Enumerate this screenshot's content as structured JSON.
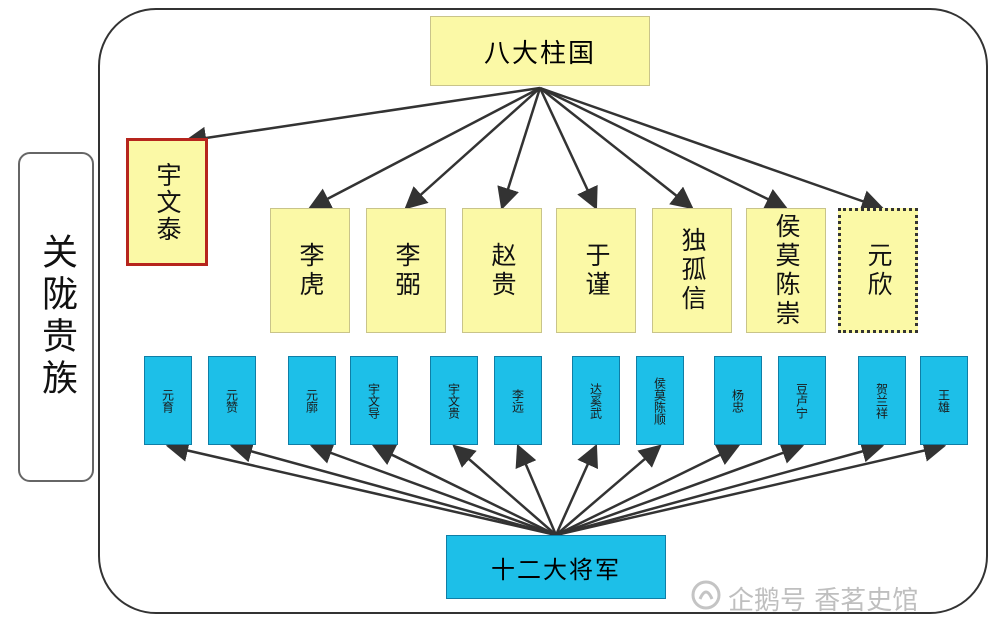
{
  "side_label": "关陇贵族",
  "top_label": "八大柱国",
  "leader": "宇文泰",
  "pillars": [
    {
      "name": "李虎"
    },
    {
      "name": "李弼"
    },
    {
      "name": "赵贵"
    },
    {
      "name": "于谨"
    },
    {
      "name": "独孤信"
    },
    {
      "name": "侯莫陈崇"
    },
    {
      "name": "元欣"
    }
  ],
  "generals": [
    {
      "name": "元育"
    },
    {
      "name": "元赞"
    },
    {
      "name": "元廓"
    },
    {
      "name": "宇文导"
    },
    {
      "name": "宇文贵"
    },
    {
      "name": "李远"
    },
    {
      "name": "达奚武"
    },
    {
      "name": "侯莫陈顺"
    },
    {
      "name": "杨忠"
    },
    {
      "name": "豆卢宁"
    },
    {
      "name": "贺兰祥"
    },
    {
      "name": "王雄"
    }
  ],
  "bottom_label": "十二大将军",
  "watermark": {
    "text": "企鹅号 香茗史馆",
    "icon": "penguin-logo-icon"
  },
  "colors": {
    "pillar_fill": "#fbf9a6",
    "general_fill": "#1dbfe8",
    "leader_border": "#b6251d",
    "arrow": "#333333"
  }
}
